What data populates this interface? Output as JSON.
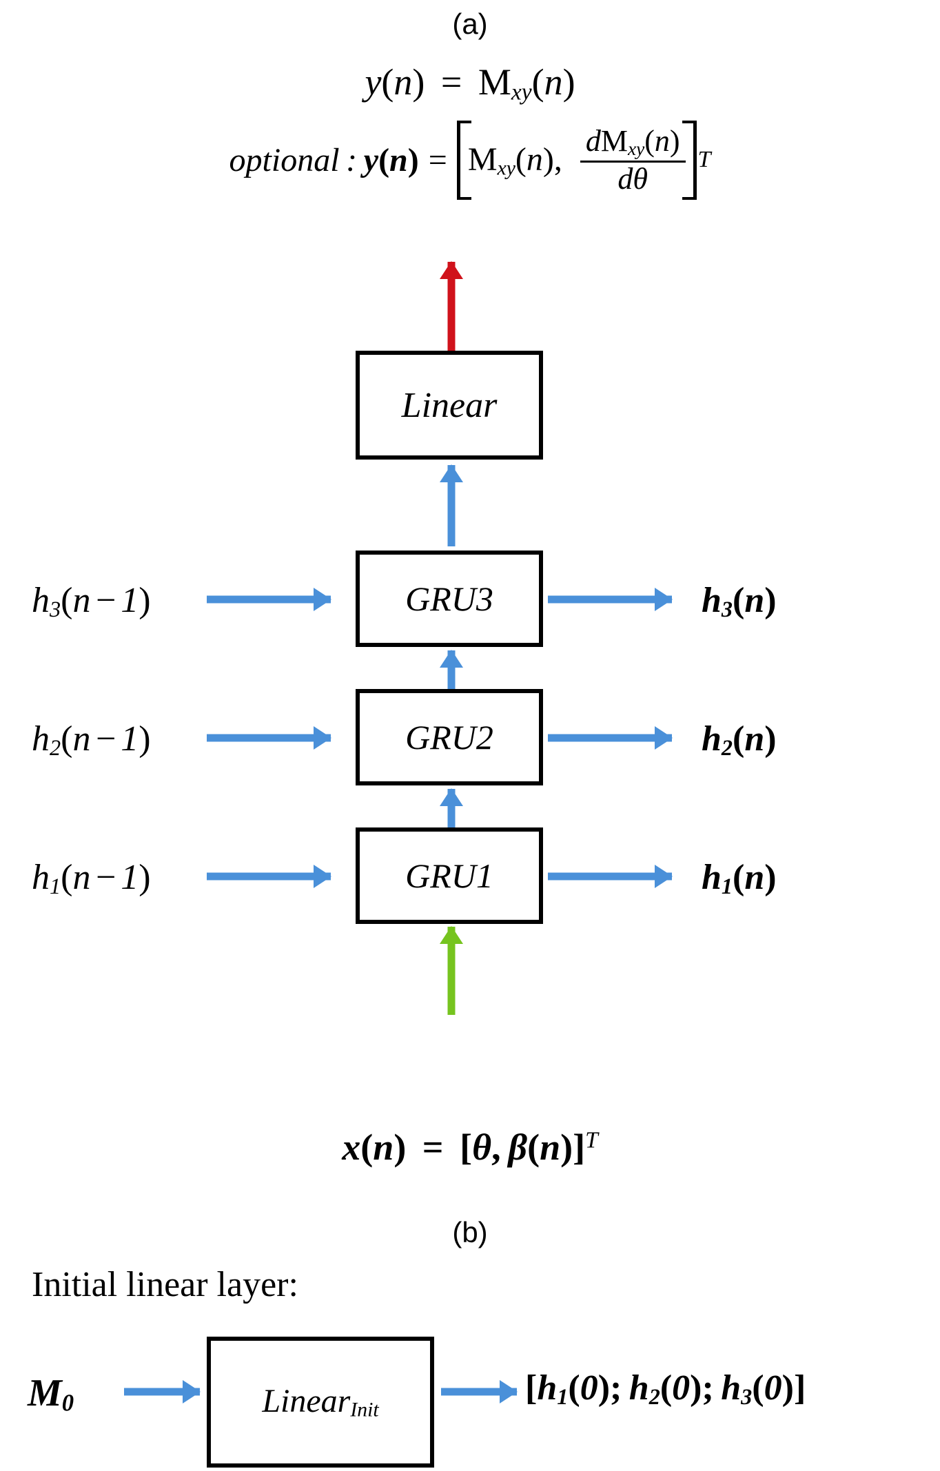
{
  "figure": {
    "panel_a_label": "(a)",
    "panel_b_label": "(b)"
  },
  "colors": {
    "arrow_blue": "#4A90D9",
    "arrow_red": "#D0121B",
    "arrow_green": "#76C41F",
    "box_border": "#000000",
    "background": "#FFFFFF"
  },
  "panel_a": {
    "output_equation": {
      "lhs": "y(n)",
      "eq": "=",
      "rhs_symbol": "M",
      "rhs_sub": "xy",
      "rhs_arg": "(n)",
      "full_text": "y(n) = M_xy(n)"
    },
    "optional_equation": {
      "prefix": "optional :",
      "lhs": "y(n)",
      "eq": "=",
      "vector_first": "M_xy(n),",
      "fraction_numerator": "dM_xy(n)",
      "fraction_denominator": "dθ",
      "transpose": "T",
      "full_text": "optional : y(n) = [ M_xy(n), dM_xy(n)/dθ ]^T"
    },
    "blocks": [
      {
        "id": "linear",
        "label": "Linear"
      },
      {
        "id": "gru3",
        "label": "GRU3"
      },
      {
        "id": "gru2",
        "label": "GRU2"
      },
      {
        "id": "gru1",
        "label": "GRU1"
      }
    ],
    "hidden_states": [
      {
        "in_label": "h_3(n-1)",
        "in_base": "h",
        "in_sub": "3",
        "in_arg": "(n − 1)",
        "out_base": "h",
        "out_sub": "3",
        "out_arg": "(n)"
      },
      {
        "in_label": "h_2(n-1)",
        "in_base": "h",
        "in_sub": "2",
        "in_arg": "(n − 1)",
        "out_base": "h",
        "out_sub": "2",
        "out_arg": "(n)"
      },
      {
        "in_label": "h_1(n-1)",
        "in_base": "h",
        "in_sub": "1",
        "in_arg": "(n − 1)",
        "out_base": "h",
        "out_sub": "1",
        "out_arg": "(n)"
      }
    ],
    "input_equation": {
      "lhs": "x(n)",
      "eq": "=",
      "rhs": "[θ, β(n)]",
      "transpose": "T",
      "full_text": "x(n) = [θ, β(n)]^T"
    }
  },
  "panel_b": {
    "caption": "Initial linear layer:",
    "input_symbol": "M",
    "input_sub": "0",
    "block_label": "Linear",
    "block_sub": "Init",
    "output_text": "[h_1(0); h_2(0); h_3(0)]",
    "output_parts": [
      {
        "base": "h",
        "sub": "1",
        "arg": "(0)"
      },
      {
        "base": "h",
        "sub": "2",
        "arg": "(0)"
      },
      {
        "base": "h",
        "sub": "3",
        "arg": "(0)"
      }
    ]
  }
}
